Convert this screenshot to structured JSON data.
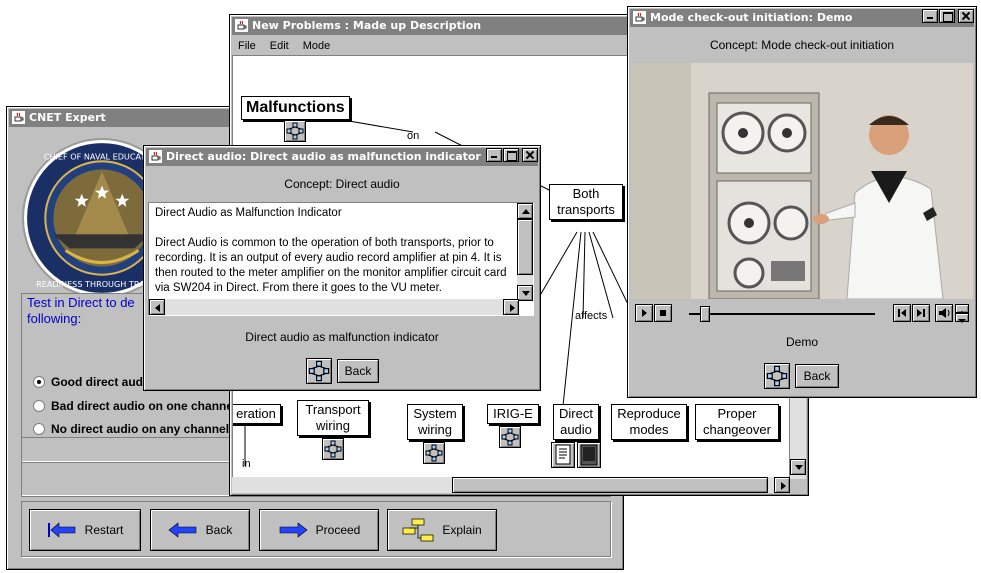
{
  "cnet": {
    "title": "CNET Expert",
    "seal_ring_text": "CHIEF OF NAVAL EDUCATION & TRAINING",
    "seal_motto": "READINESS THROUGH TRAINING",
    "prompt": "Test in Direct to de... following:",
    "prompt_line1": "Test in Direct to de",
    "prompt_line2": "following:",
    "options": [
      {
        "label": "Good direct audio",
        "selected": true
      },
      {
        "label": "Bad direct audio on one channel",
        "selected": false
      },
      {
        "label": "No direct audio on any channel",
        "selected": false
      }
    ],
    "buttons": {
      "restart": "Restart",
      "back": "Back",
      "proceed": "Proceed",
      "explain": "Explain"
    }
  },
  "mapwin": {
    "title": "New Problems : Made up Description",
    "menu": [
      "File",
      "Edit",
      "Mode"
    ],
    "nodes": {
      "malfunctions": "Malfunctions",
      "both_transports": "Both transports",
      "operation": "eration",
      "transport_wiring": "Transport wiring",
      "system_wiring": "System wiring",
      "irig_e": "IRIG-E",
      "direct_audio": "Direct audio",
      "reproduce_modes": "Reproduce modes",
      "proper_changeover": "Proper changeover"
    },
    "edge_labels": {
      "on": "on",
      "affects": "affects",
      "in": "in"
    }
  },
  "audiowin": {
    "title": "Direct audio: Direct audio as malfunction indicator",
    "concept": "Concept: Direct audio",
    "heading": "Direct Audio as Malfunction Indicator",
    "body": "Direct Audio is common to the operation of both transports, prior to recording. It is an output of every audio record amplifier at pin 4. It is then routed to the meter amplifier on the monitor amplifier circuit card via SW204 in Direct. From there it goes to the VU meter.",
    "caption": "Direct audio as malfunction indicator",
    "back": "Back"
  },
  "demowin": {
    "title": "Mode check-out initiation: Demo",
    "concept": "Concept: Mode check-out initiation",
    "caption": "Demo",
    "back": "Back",
    "playback_position": 0.06
  }
}
